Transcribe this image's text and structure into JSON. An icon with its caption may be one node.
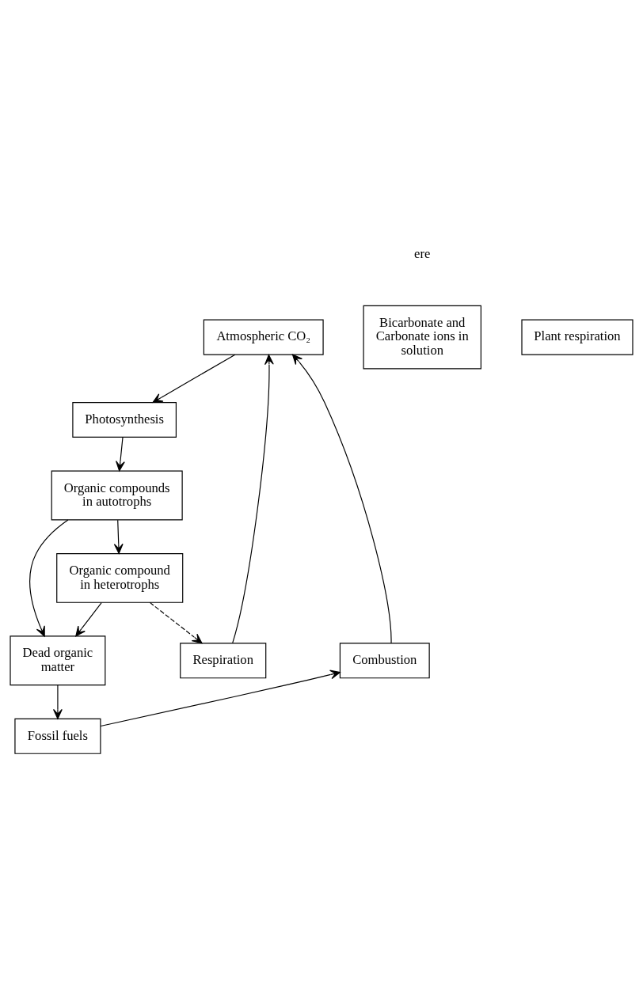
{
  "diagram": {
    "nodes": [
      {
        "text": [
          "Atmospheric CO₂"
        ]
      },
      {
        "text": [
          "Bicarbonate and Carbonate ions in solution"
        ]
      },
      {
        "text": [
          "Plant respiration"
        ]
      },
      {
        "text": [
          "Photosynthesis"
        ]
      },
      {
        "text": [
          "Combustion"
        ]
      },
      {
        "text": [
          "Respiration"
        ]
      },
      {
        "text": [
          "Organic compounds in autotrophs"
        ]
      },
      {
        "text": [
          "Organic compound in heterotrophs"
        ]
      },
      {
        "text": [
          "Dead organic matter"
        ]
      },
      {
        "text": [
          "Fossil fuels"
        ]
      }
    ],
    "edges": [
      {
        "from": 0,
        "to": 3,
        "arrow": "to"
      },
      {
        "from": 3,
        "to": 6,
        "arrow": "to"
      },
      {
        "from": 6,
        "to": 7,
        "arrow": "to"
      },
      {
        "from": 7,
        "to": 8,
        "arrow": "to"
      },
      {
        "from": 6,
        "to": 8,
        "arrow": "to"
      },
      {
        "from": 8,
        "to": 9,
        "arrow": "to"
      },
      {
        "from": 9,
        "to": 4,
        "arrow": "to"
      },
      {
        "from": 4,
        "to": 0,
        "arrow": "to"
      },
      {
        "from": 7,
        "to": 5,
        "arrow": "to",
        "style": "dashed"
      },
      {
        "from": 5,
        "to": 0,
        "arrow": "to"
      }
    ],
    "labels": [
      "ere"
    ]
  }
}
